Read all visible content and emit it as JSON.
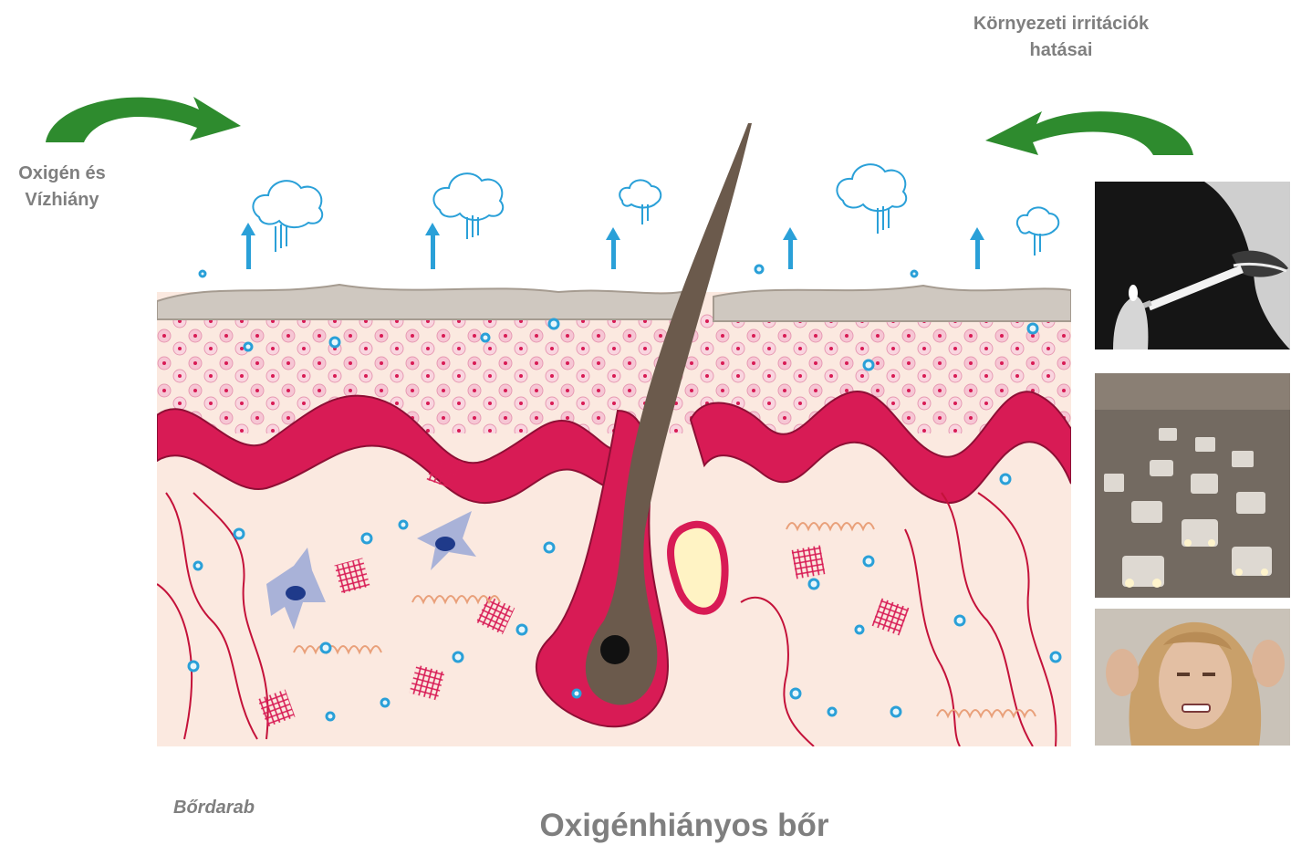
{
  "labels": {
    "left_cause": "Oxigén és\nVízhiány",
    "right_cause": "Környezeti irritációk\nhatásai",
    "sample": "Bőrdarab",
    "title": "Oxigénhiányos bőr"
  },
  "icons": {
    "left_arrow": "curved-arrow-right-icon",
    "right_arrow": "curved-arrow-left-icon"
  },
  "colors": {
    "label_gray": "#7f7f7f",
    "arrow_green": "#2e8b2e",
    "epidermis_pink": "#d81b55",
    "dermis": "#fbe9e0",
    "hair": "#6b5a4c",
    "water_blue": "#2aa0d8"
  },
  "photos": [
    {
      "subject": "smoking"
    },
    {
      "subject": "traffic"
    },
    {
      "subject": "stress"
    }
  ]
}
